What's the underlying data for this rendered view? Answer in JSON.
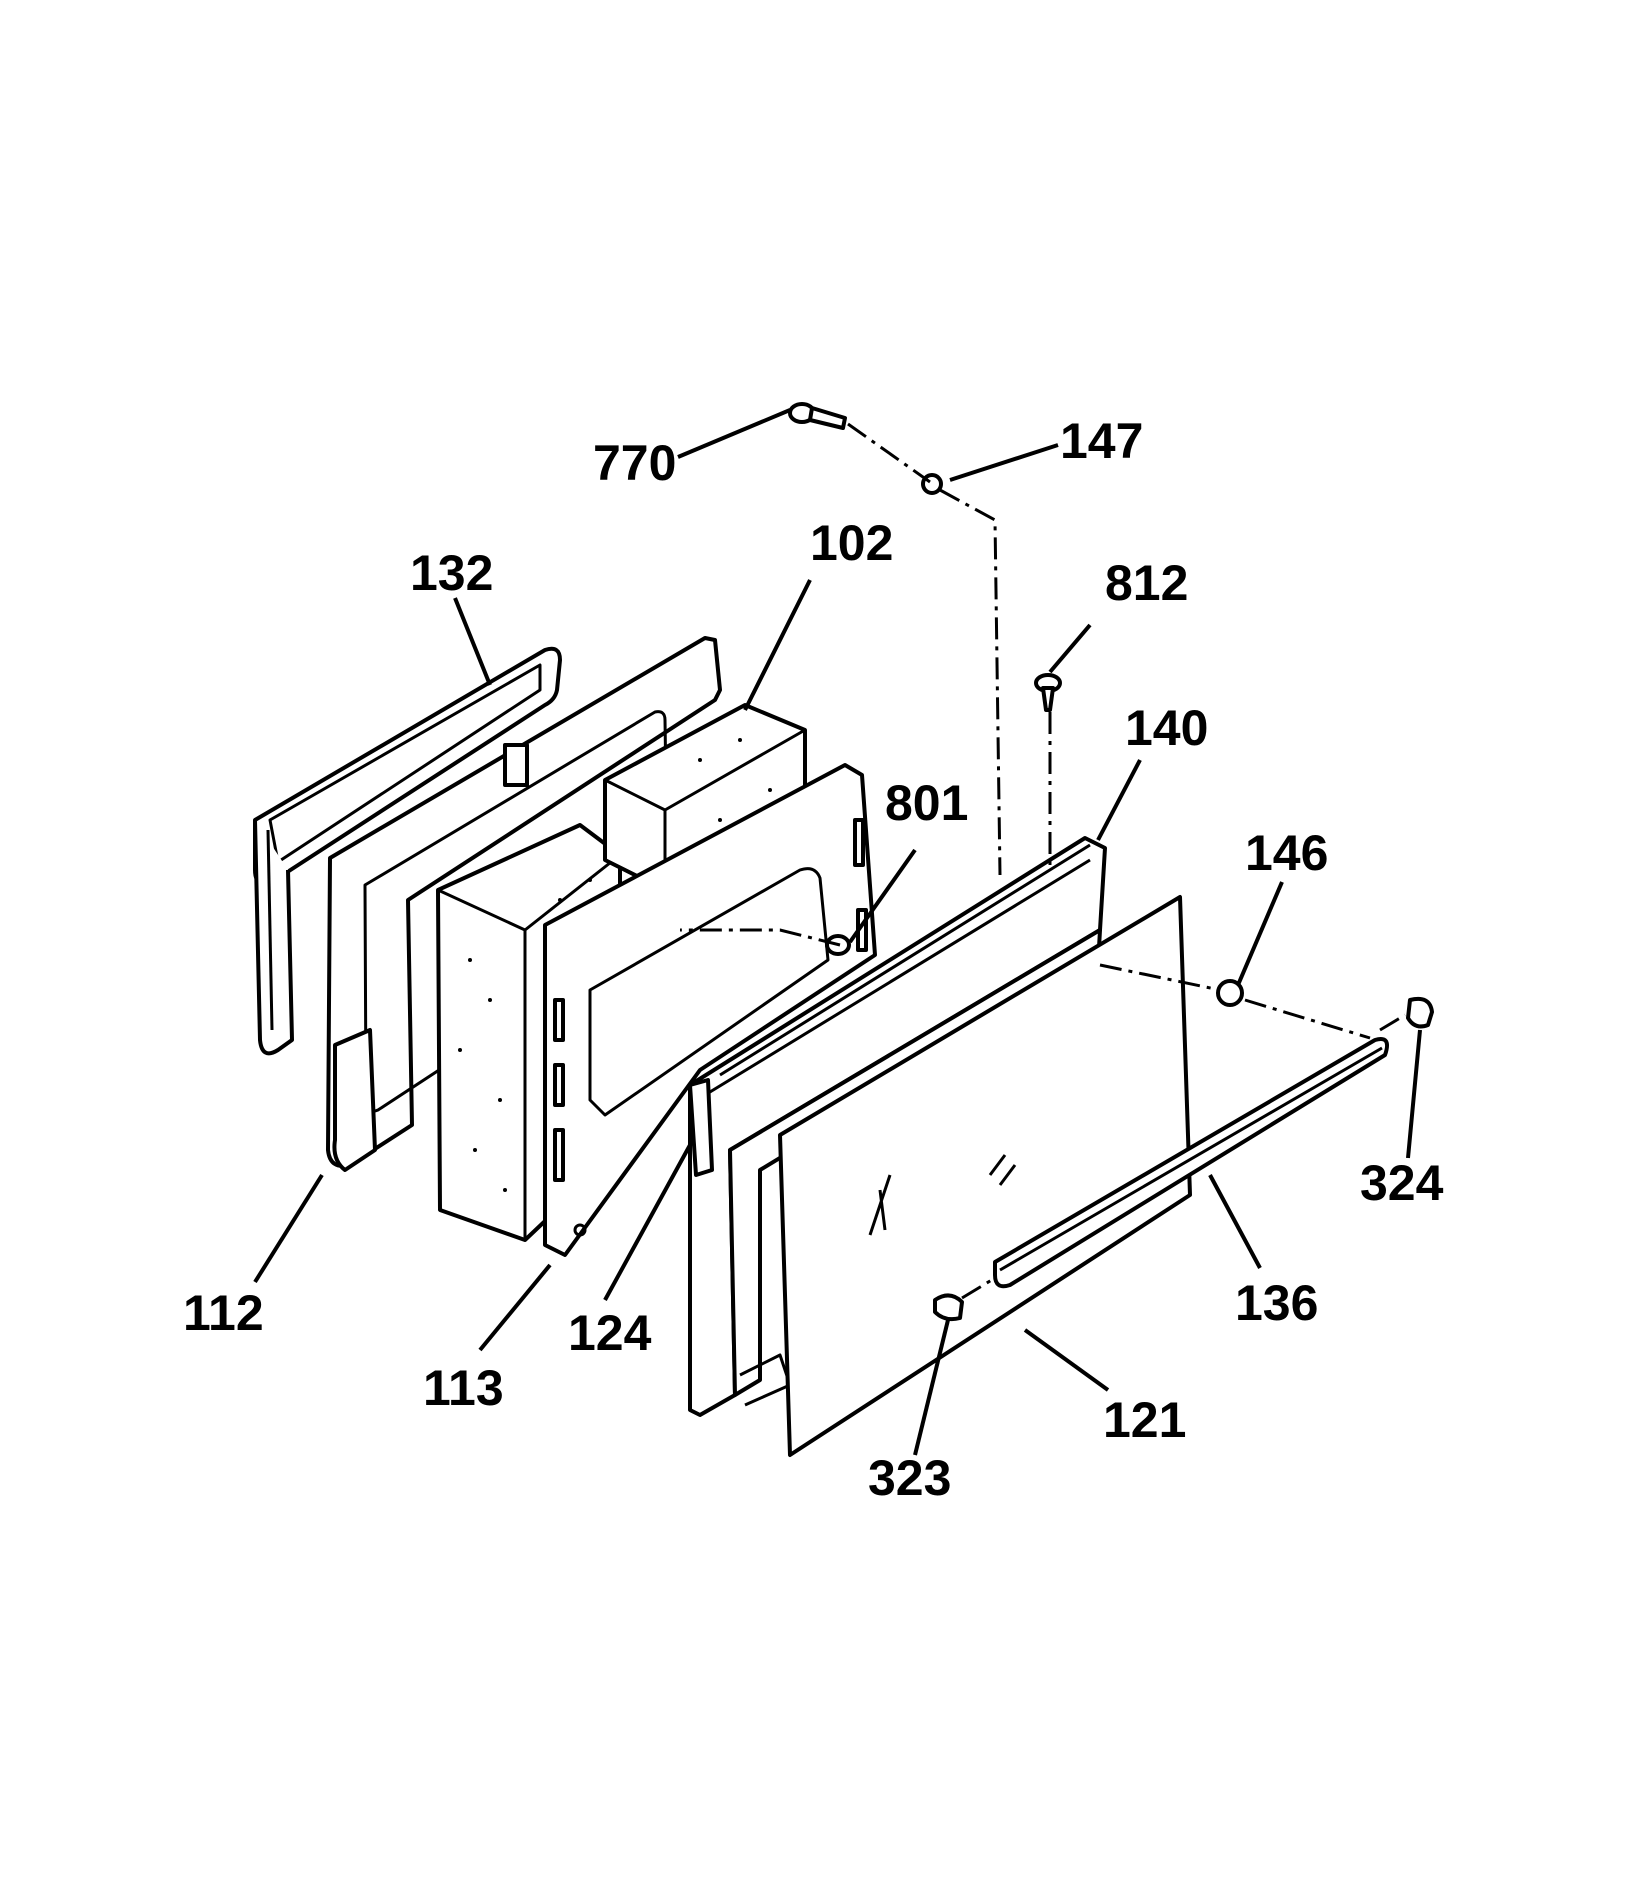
{
  "labels": {
    "p770": "770",
    "p147": "147",
    "p132": "132",
    "p102": "102",
    "p812": "812",
    "p140": "140",
    "p801": "801",
    "p146": "146",
    "p324": "324",
    "p136": "136",
    "p112": "112",
    "p113": "113",
    "p124": "124",
    "p323": "323",
    "p121": "121"
  }
}
